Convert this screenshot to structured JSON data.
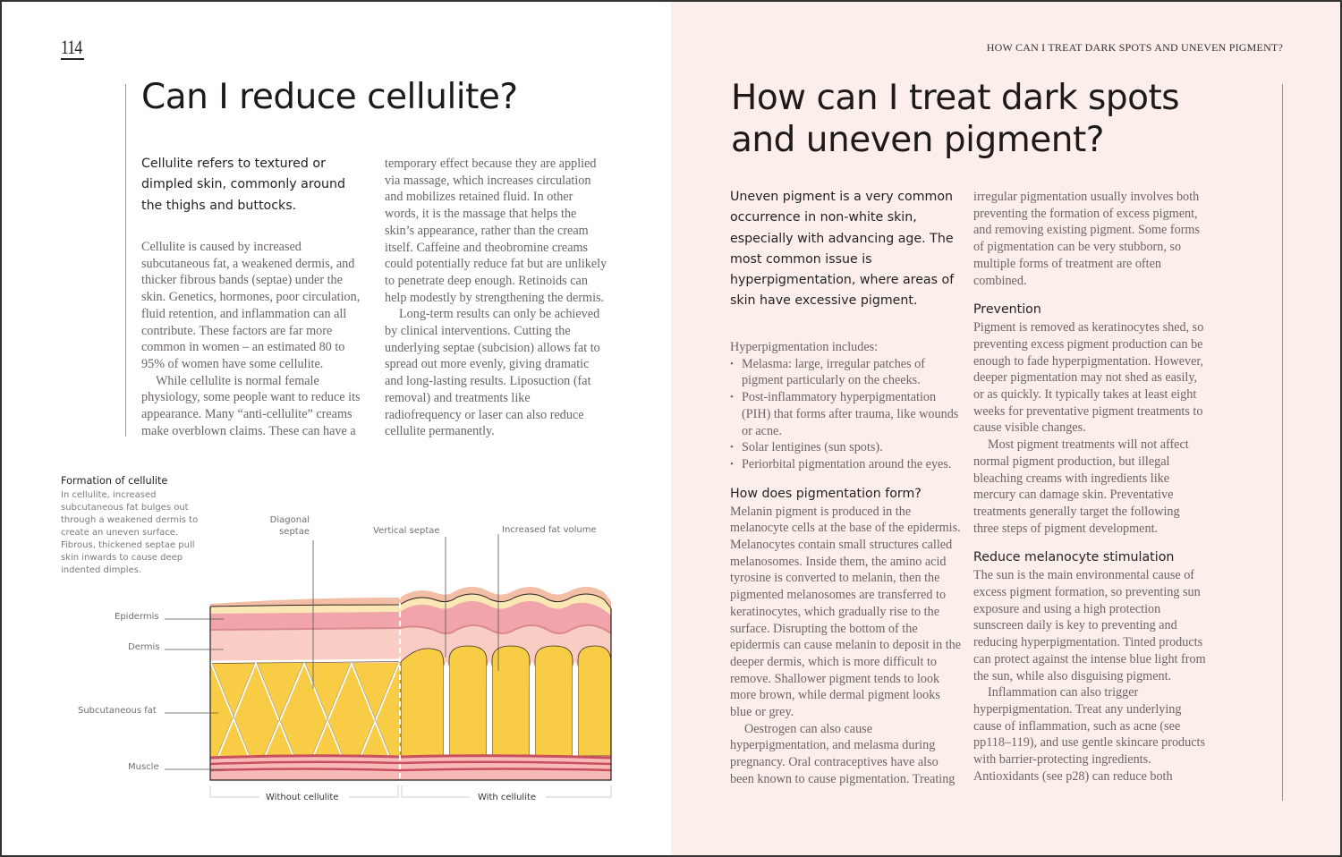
{
  "left_page": {
    "page_number": "114",
    "headline": "Can I reduce cellulite?",
    "intro": "Cellulite refers to textured or dimpled skin, commonly around the thighs and buttocks.",
    "column1": [
      "Cellulite is caused by increased subcutaneous fat, a weakened dermis, and thicker fibrous bands (septae) under the skin. Genetics, hormones, poor circulation, fluid retention, and inflammation can all contribute. These factors are far more common in women – an estimated 80 to 95% of women have some cellulite.",
      "While cellulite is normal female physiology, some people want to reduce its appearance. Many “anti-cellulite” creams make overblown claims. These can have a"
    ],
    "column2": [
      "temporary effect because they are applied via massage, which increases circulation and mobilizes retained fluid. In other words, it is the massage that helps the skin’s appearance, rather than the cream itself. Caffeine and theobromine creams could potentially reduce fat but are unlikely to penetrate deep enough. Retinoids can help modestly by strengthening the dermis.",
      "Long-term results can only be achieved by clinical interventions. Cutting the underlying septae (subcision) allows fat to spread out more evenly, giving dramatic and long-lasting results. Liposuction (fat removal) and treatments like radiofrequency or laser can also reduce cellulite permanently."
    ],
    "figure": {
      "title": "Formation of cellulite",
      "caption": "In cellulite, increased subcutaneous fat bulges out through a weakened dermis to create an uneven surface. Fibrous, thickened septae pull skin inwards to cause deep indented dimples.",
      "labels": {
        "epidermis": "Epidermis",
        "dermis": "Dermis",
        "subcutaneous_fat": "Subcutaneous fat",
        "muscle": "Muscle",
        "diagonal_septae": "Diagonal\nseptae",
        "vertical_septae": "Vertical septae",
        "increased_fat_volume": "Increased fat volume",
        "without_cellulite": "Without cellulite",
        "with_cellulite": "With cellulite"
      },
      "colors": {
        "surface": "#f2bfa6",
        "surface_line": "#fbe7b5",
        "epidermis": "#f2a4ab",
        "dermis": "#f9cdc3",
        "fat": "#f9cc45",
        "septae": "#ffffff",
        "muscle_dark": "#c8505e",
        "muscle_light": "#f6b9b6"
      }
    }
  },
  "right_page": {
    "running_head": "How can I treat dark spots and uneven pigment?",
    "headline": "How can I treat dark spots and uneven pigment?",
    "intro": "Uneven pigment is a very common occurrence in non-white skin, especially with advancing age. The most common issue is hyperpigmentation, where areas of skin have excessive pigment.",
    "list_intro": "Hyperpigmentation includes:",
    "list": [
      "Melasma: large, irregular patches of pigment particularly on the cheeks.",
      "Post-inflammatory hyperpigmentation (PIH) that forms after trauma, like wounds or acne.",
      "Solar lentigines (sun spots).",
      "Periorbital pigmentation around the eyes."
    ],
    "section1": {
      "heading": "How does pigmentation form?",
      "paragraphs": [
        "Melanin pigment is produced in the melanocyte cells at the base of the epidermis. Melanocytes contain small structures called melanosomes. Inside them, the amino acid tyrosine is converted to melanin, then the pigmented melanosomes are transferred to keratinocytes, which gradually rise to the surface. Disrupting the bottom of the epidermis can cause melanin to deposit in the deeper dermis, which is more difficult to remove. Shallower pigment tends to look more brown, while dermal pigment looks blue or grey.",
        "Oestrogen can also cause hyperpigmentation, and melasma during pregnancy. Oral contraceptives have also been known to cause pigmentation. Treating"
      ]
    },
    "column2_lead": "irregular pigmentation usually involves both preventing the formation of excess pigment, and removing existing pigment. Some forms of pigmentation can be very stubborn, so multiple forms of treatment are often combined.",
    "section2": {
      "heading": "Prevention",
      "paragraphs": [
        "Pigment is removed as keratinocytes shed, so preventing excess pigment production can be enough to fade hyperpigmentation. However, deeper pigmentation may not shed as easily, or as quickly. It typically takes at least eight weeks for preventative pigment treatments to cause visible changes.",
        "Most pigment treatments will not affect normal pigment production, but illegal bleaching creams with ingredients like mercury can damage skin. Preventative treatments generally target the following three steps of pigment development."
      ]
    },
    "section3": {
      "heading": "Reduce melanocyte stimulation",
      "paragraphs": [
        "The sun is the main environmental cause of excess pigment formation, so preventing sun exposure and using a high protection sunscreen daily is key to preventing and reducing hyperpigmentation. Tinted products can protect against the intense blue light from the sun, while also disguising pigment.",
        "Inflammation can also trigger hyperpigmentation. Treat any underlying cause of inflammation, such as acne (see pp118–119), and use gentle skincare products with barrier-protecting ingredients. Antioxidants (see p28) can reduce both"
      ]
    },
    "background_color": "#fcefeb"
  }
}
